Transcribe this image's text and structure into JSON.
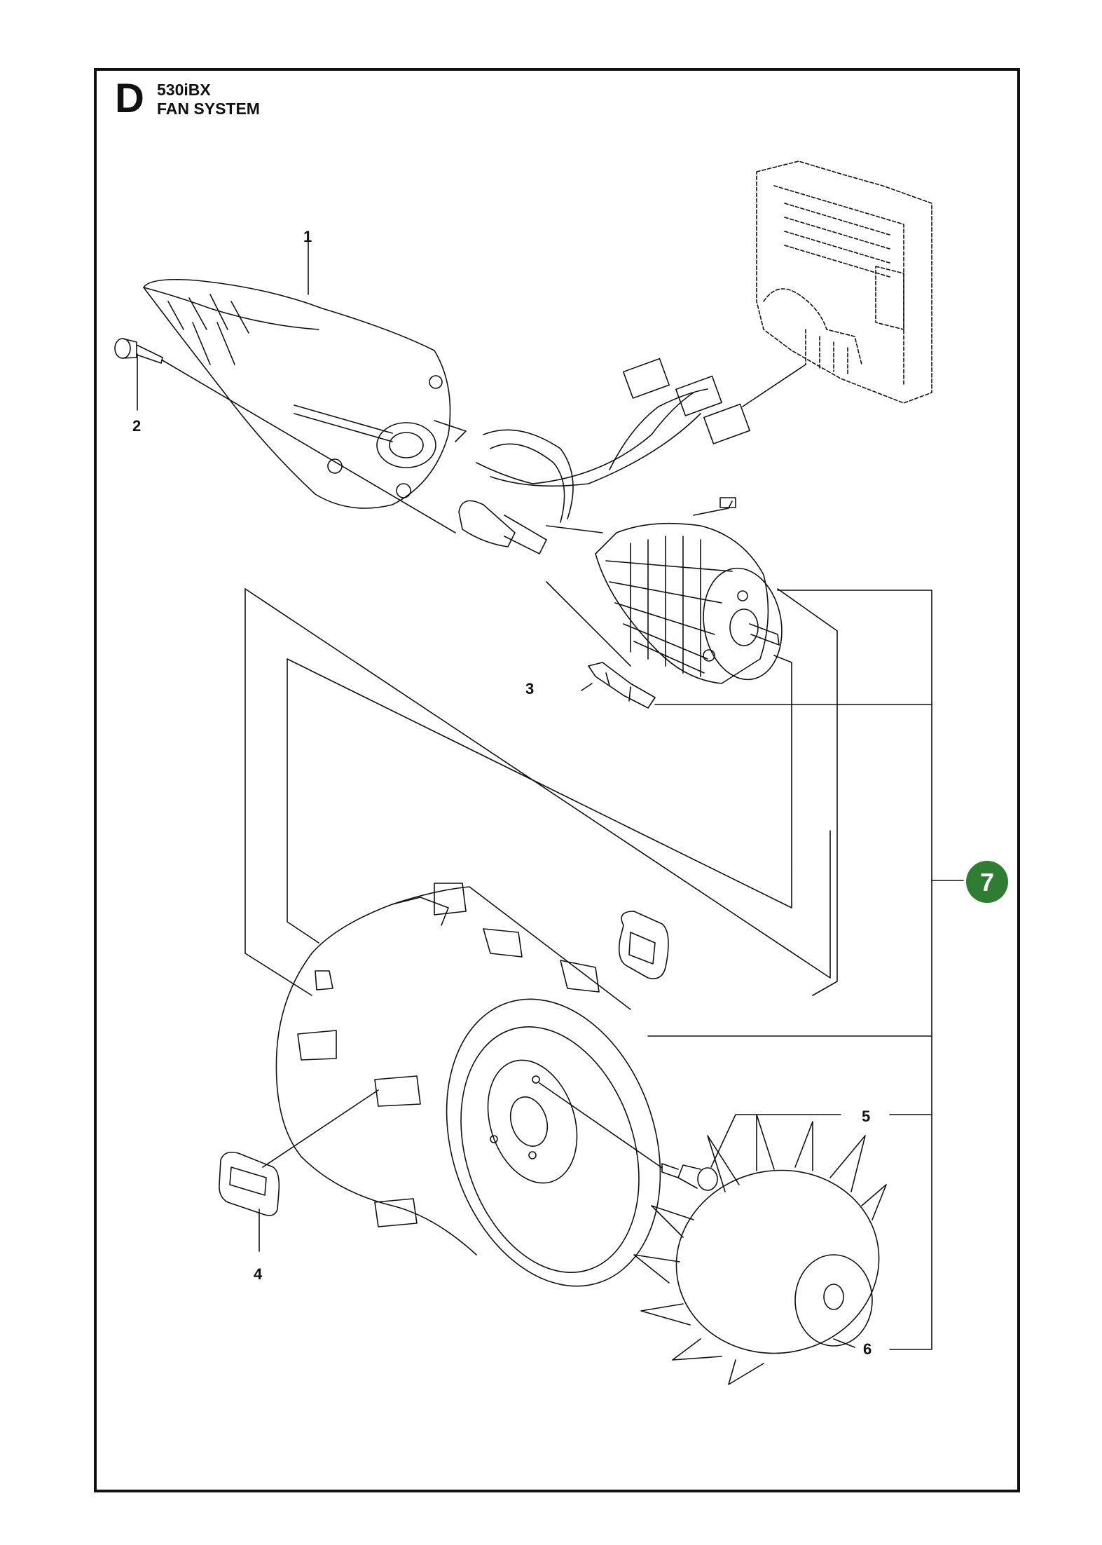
{
  "header": {
    "section_letter": "D",
    "model": "530iBX",
    "title": "FAN SYSTEM"
  },
  "callouts": [
    {
      "id": "1",
      "label": "1"
    },
    {
      "id": "2",
      "label": "2"
    },
    {
      "id": "3",
      "label": "3"
    },
    {
      "id": "4",
      "label": "4"
    },
    {
      "id": "5",
      "label": "5"
    },
    {
      "id": "6",
      "label": "6"
    }
  ],
  "kit_badge": {
    "label": "7",
    "color": "#2e7d32"
  },
  "colors": {
    "line": "#111111",
    "frame": "#111111"
  }
}
